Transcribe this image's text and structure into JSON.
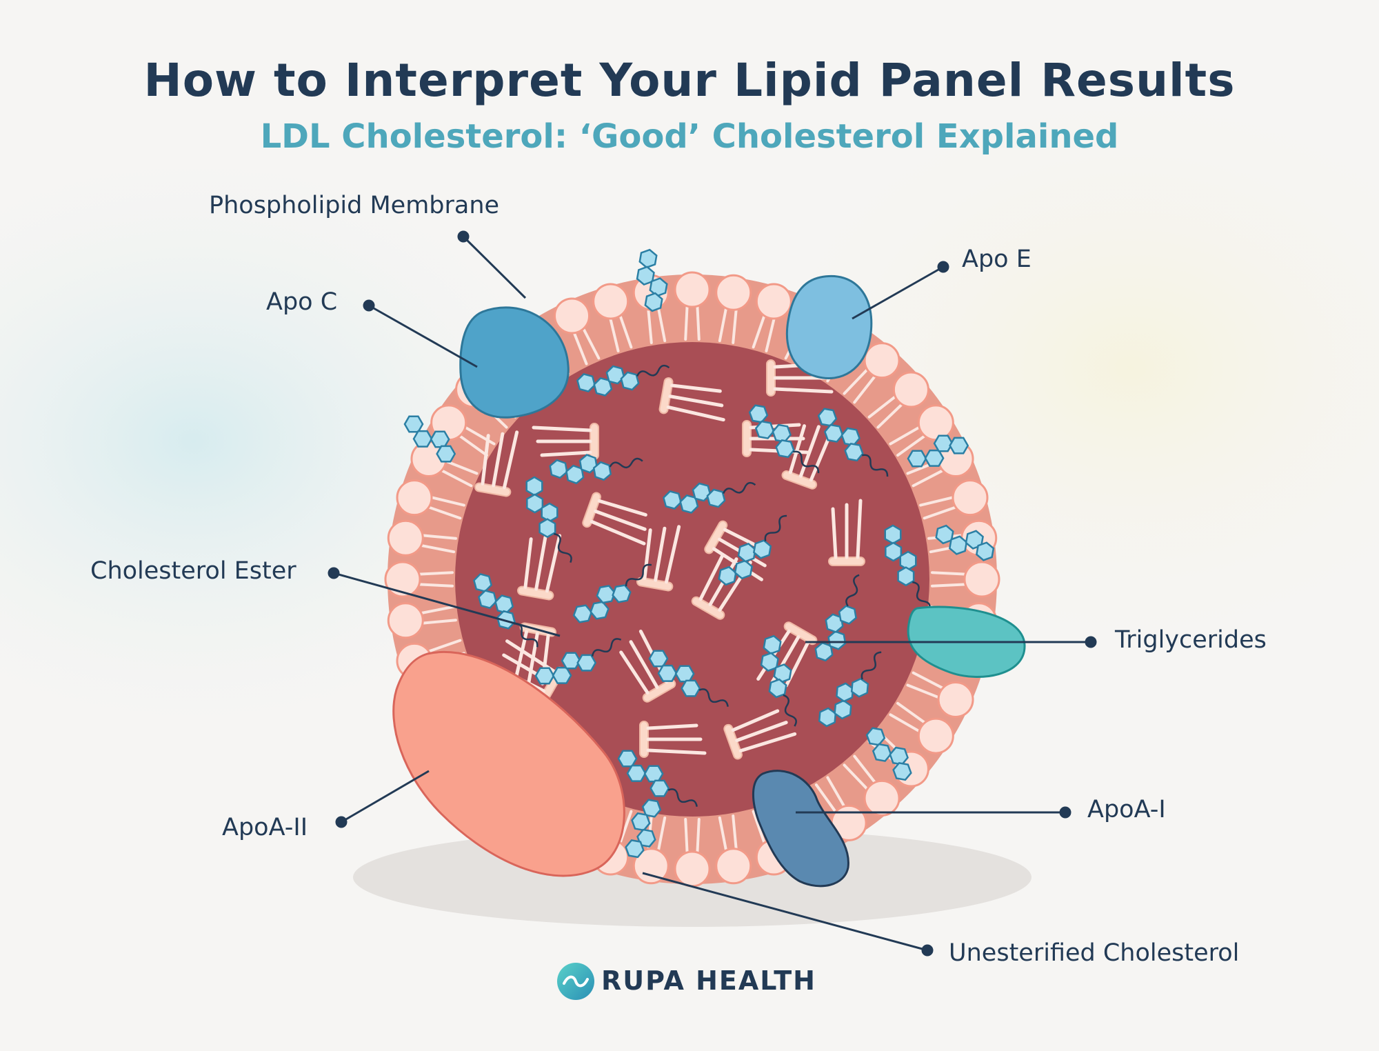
{
  "title": "How to Interpret Your Lipid Panel Results",
  "subtitle": "LDL Cholesterol: ‘Good’ Cholesterol Explained",
  "labels": {
    "phospholipid": "Phospholipid Membrane",
    "apo_c": "Apo C",
    "apo_e": "Apo E",
    "cholesterol_ester": "Cholesterol Ester",
    "triglycerides": "Triglycerides",
    "apoa_ii": "ApoA-II",
    "apoa_i": "ApoA-I",
    "unesterified": "Unesterified Cholesterol"
  },
  "brand": {
    "name": "RUPA HEALTH",
    "icon": "rupa-logo-icon"
  },
  "colors": {
    "title": "#223a55",
    "subtitle": "#4ea7bb",
    "core": "#a94e55",
    "shell": "#e79a8a",
    "head": "#fde0d8",
    "head_stroke": "#f29a88",
    "cholesterol_fill": "#a9def0",
    "cholesterol_stroke": "#2b7fa4",
    "apo_c": "#4fa3c9",
    "apo_e": "#7ebfe0",
    "triglyceride_protein": "#5cc3c3",
    "apoa_ii": "#f9a18d",
    "apoa_i": "#5a89b0"
  }
}
